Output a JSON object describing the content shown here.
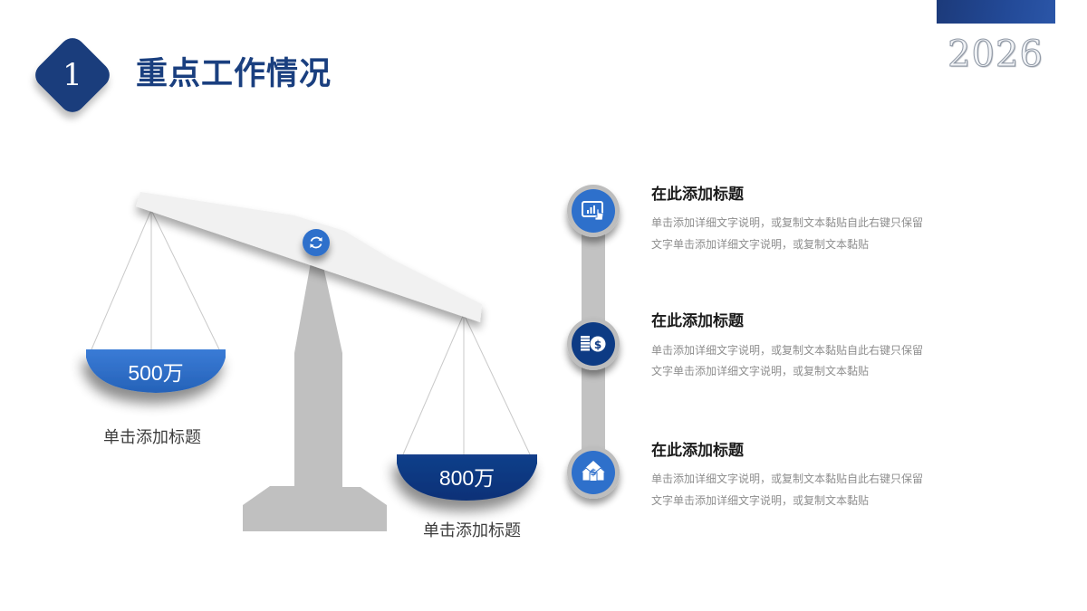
{
  "header": {
    "section_number": "1",
    "title": "重点工作情况",
    "year": "2026"
  },
  "colors": {
    "navy": "#1a3d7c",
    "blue": "#2e6fc9",
    "dark_blue": "#0f3b84",
    "gray": "#c0c0c0",
    "beam": "#f1f1f1"
  },
  "scale": {
    "center_icon": "refresh-icon",
    "left_pan": {
      "value": "500万",
      "caption": "单击添加标题"
    },
    "right_pan": {
      "value": "800万",
      "caption": "单击添加标题"
    }
  },
  "timeline": {
    "items": [
      {
        "icon": "chart-touch-icon",
        "title": "在此添加标题",
        "desc_line1": "单击添加详细文字说明，或复制文本黏贴自此右键只保留",
        "desc_line2": "文字单击添加详细文字说明，或复制文本黏贴"
      },
      {
        "icon": "coin-stack-dollar-icon",
        "title": "在此添加标题",
        "desc_line1": "单击添加详细文字说明，或复制文本黏贴自此右键只保留",
        "desc_line2": "文字单击添加详细文字说明，或复制文本黏贴"
      },
      {
        "icon": "house-dollar-icon",
        "title": "在此添加标题",
        "desc_line1": "单击添加详细文字说明，或复制文本黏贴自此右键只保留",
        "desc_line2": "文字单击添加详细文字说明，或复制文本黏贴"
      }
    ]
  }
}
